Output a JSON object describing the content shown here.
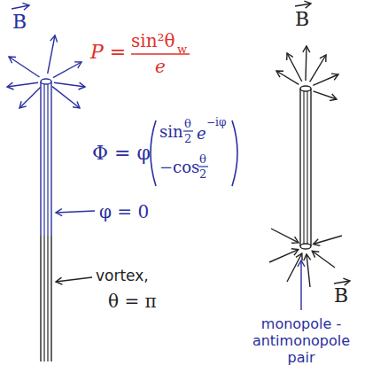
{
  "diagram": {
    "labels": [
      "B",
      "P =",
      "sin²θ",
      "w",
      "e",
      "Φ = φ",
      "sin",
      "θ",
      "2",
      "e",
      "−iφ",
      "−cos",
      "θ",
      "2",
      "φ = 0",
      "vortex,",
      "θ = π",
      "B",
      "B",
      "monopole - antimonopole pair"
    ]
  }
}
